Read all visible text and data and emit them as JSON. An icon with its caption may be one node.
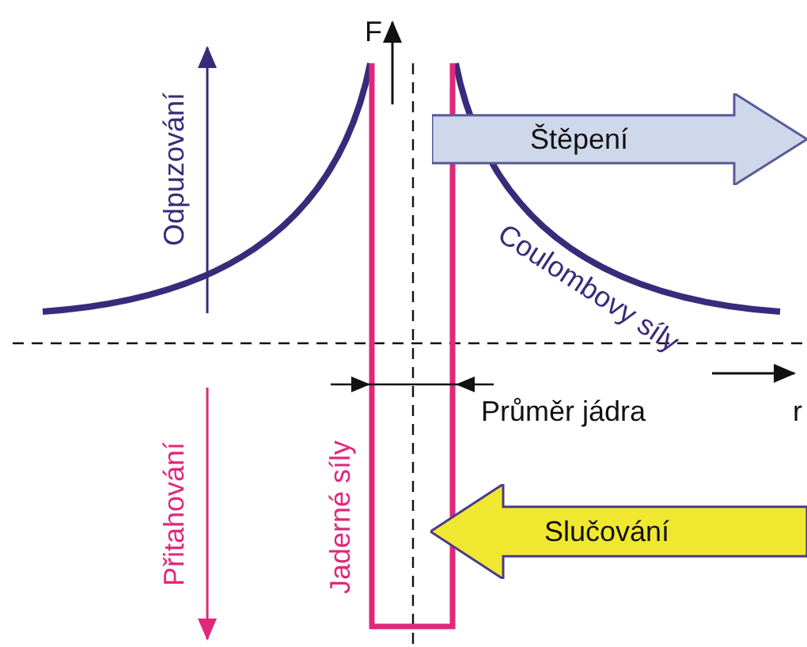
{
  "diagram": {
    "nodes": [
      {
        "text": [
          "Štěpení"
        ]
      },
      {
        "text": [
          "Slučování"
        ]
      }
    ],
    "labels": [
      "F",
      "Odpuzování",
      "Coulombovy síly",
      "Průměr jádra",
      "r",
      "Přitahování",
      "Jaderné síly"
    ]
  }
}
